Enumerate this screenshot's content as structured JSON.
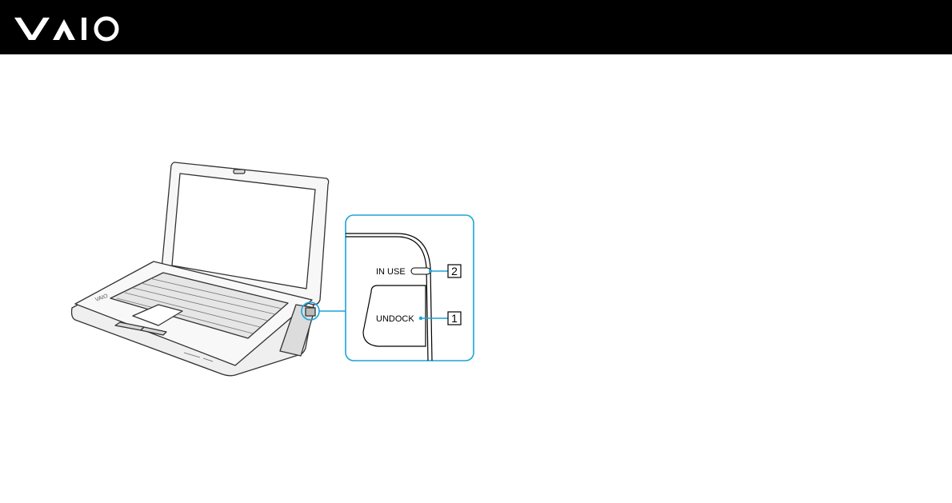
{
  "header": {
    "logo_alt": "VAIO",
    "background": "#000000",
    "logo_color": "#ffffff"
  },
  "figure": {
    "accent": "#1aa3dc",
    "callouts": [
      {
        "label": "IN USE",
        "number": "2"
      },
      {
        "label": "UNDOCK",
        "number": "1"
      }
    ],
    "icons": [
      "laptop-illustration",
      "in-use-indicator-icon",
      "undock-button-icon"
    ]
  }
}
